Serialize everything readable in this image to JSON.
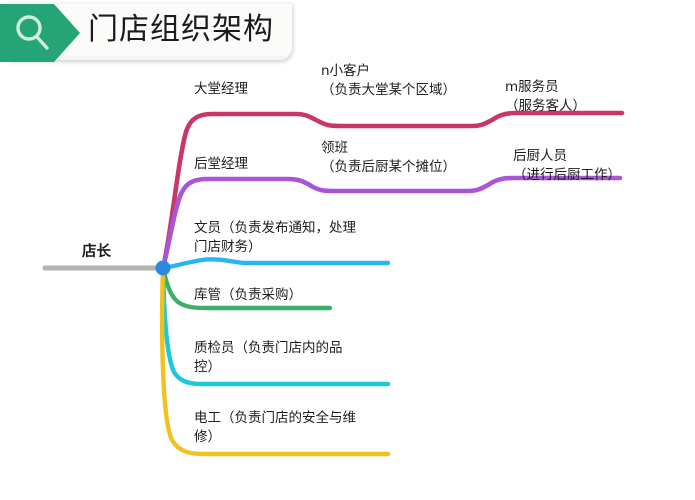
{
  "header": {
    "title": "门店组织架构",
    "search_icon": "search-icon",
    "badge_color": "#25a477",
    "panel_color": "#f4f4f2"
  },
  "mindmap": {
    "root": {
      "label": "店长",
      "line_color": "#b0b0b0",
      "hub_color": "#2b8ae0"
    },
    "branches": [
      {
        "id": "lobby-manager",
        "color": "#c9366a",
        "labels": [
          {
            "id": "lobby-manager-title",
            "text": "大堂经理"
          },
          {
            "id": "small-customers",
            "text": "n小客户\n（负责大堂某个区域）"
          },
          {
            "id": "service-staff",
            "text": "m服务员\n（服务客人）"
          }
        ]
      },
      {
        "id": "kitchen-manager",
        "color": "#a855d8",
        "labels": [
          {
            "id": "kitchen-manager-title",
            "text": "后堂经理"
          },
          {
            "id": "foreman",
            "text": "领班\n（负责后厨某个摊位）"
          },
          {
            "id": "kitchen-staff",
            "text": "后厨人员\n（进行后厨工作）"
          }
        ]
      },
      {
        "id": "clerk",
        "color": "#29b6f0",
        "labels": [
          {
            "id": "clerk-title",
            "text": "文员（负责发布通知，处理\n门店财务）"
          }
        ]
      },
      {
        "id": "warehouse",
        "color": "#3baf6a",
        "labels": [
          {
            "id": "warehouse-title",
            "text": "库管（负责采购）"
          }
        ]
      },
      {
        "id": "inspector",
        "color": "#1cc8de",
        "labels": [
          {
            "id": "inspector-title",
            "text": "质检员（负责门店内的品\n控）"
          }
        ]
      },
      {
        "id": "electrician",
        "color": "#efc21e",
        "labels": [
          {
            "id": "electrician-title",
            "text": "电工（负责门店的安全与维\n修）"
          }
        ]
      }
    ]
  },
  "labels": {
    "root": "店长",
    "lobby_manager": "大堂经理",
    "small_customers": "n小客户\n（负责大堂某个区域）",
    "service_staff": "m服务员\n（服务客人）",
    "kitchen_manager": "后堂经理",
    "foreman": "领班\n（负责后厨某个摊位）",
    "kitchen_staff": "后厨人员\n（进行后厨工作）",
    "clerk": "文员（负责发布通知，处理\n门店财务）",
    "warehouse": "库管（负责采购）",
    "inspector": "质检员（负责门店内的品\n控）",
    "electrician": "电工（负责门店的安全与维\n修）"
  }
}
